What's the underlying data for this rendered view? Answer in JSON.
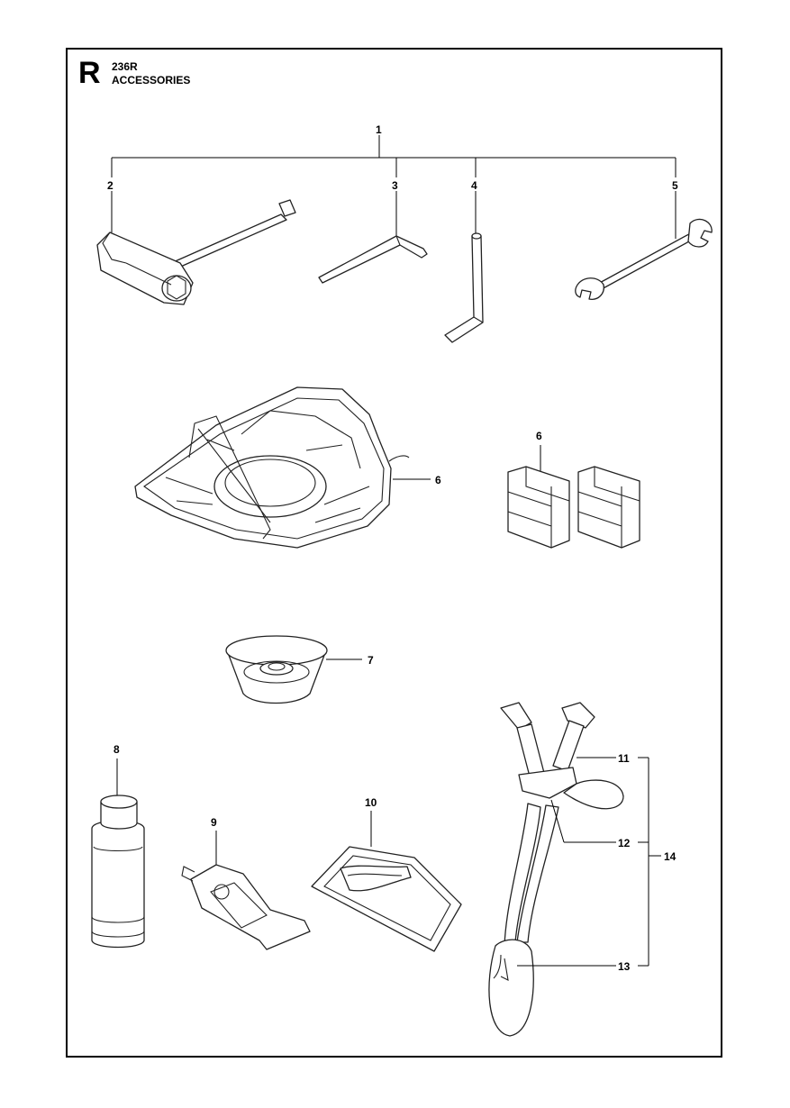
{
  "header": {
    "section_letter": "R",
    "model": "236R",
    "title": "ACCESSORIES"
  },
  "callouts": {
    "c1": "1",
    "c2": "2",
    "c3": "3",
    "c4": "4",
    "c5": "5",
    "c6a": "6",
    "c6b": "6",
    "c7": "7",
    "c8": "8",
    "c9": "9",
    "c10": "10",
    "c11": "11",
    "c12": "12",
    "c13": "13",
    "c14": "14"
  },
  "parts": [
    {
      "callout": "2",
      "icon": "combination-spanner-icon"
    },
    {
      "callout": "3",
      "icon": "hex-key-small-icon"
    },
    {
      "callout": "4",
      "icon": "hex-key-large-icon"
    },
    {
      "callout": "5",
      "icon": "open-end-wrench-icon"
    },
    {
      "callout": "6",
      "icon": "trimmer-guard-icon"
    },
    {
      "callout": "6",
      "icon": "guard-extension-plates-icon"
    },
    {
      "callout": "7",
      "icon": "support-cup-icon"
    },
    {
      "callout": "8",
      "icon": "oil-bottle-icon"
    },
    {
      "callout": "9",
      "icon": "grease-tube-icon"
    },
    {
      "callout": "10",
      "icon": "transport-guard-icon"
    },
    {
      "callout": "14",
      "icon": "harness-icon"
    }
  ]
}
